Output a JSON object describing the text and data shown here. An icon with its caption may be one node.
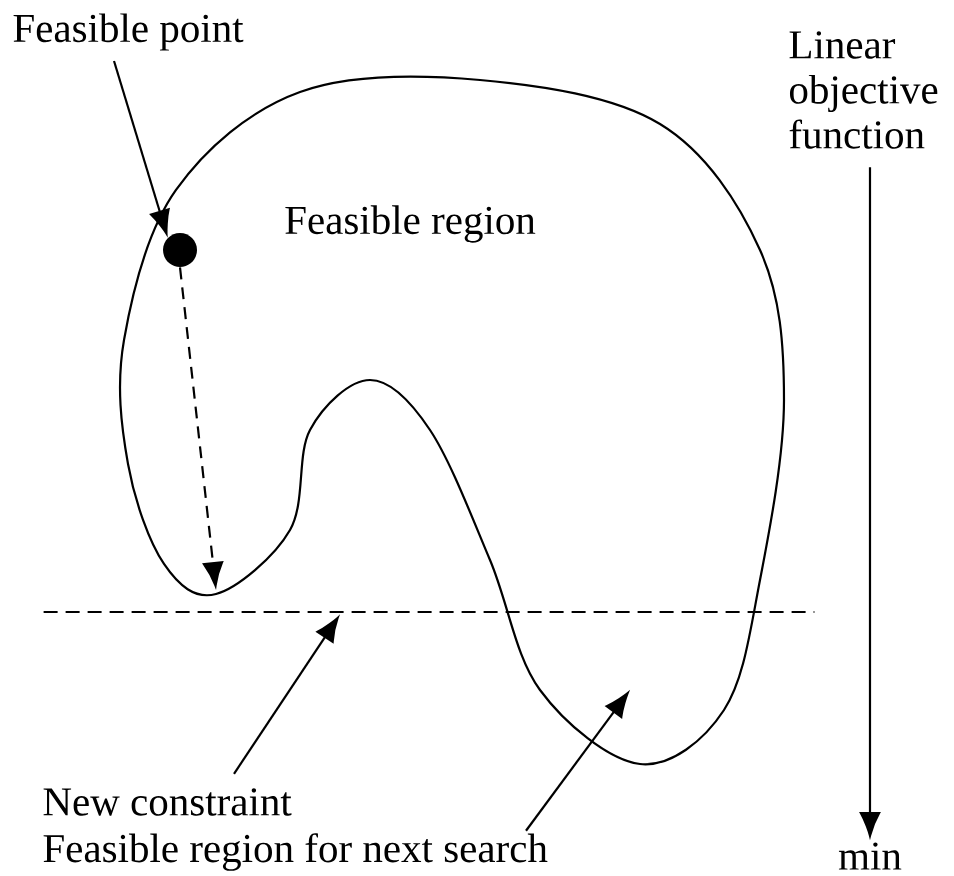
{
  "diagram": {
    "nodes": [
      {
        "text": [
          "Feasible point"
        ]
      },
      {
        "text": [],
        "shape": "circle",
        "in": 2
      },
      {
        "text": [
          "Feasible region"
        ]
      },
      {
        "text": [
          "Linear objective function"
        ]
      },
      {
        "text": [
          "min"
        ]
      },
      {
        "text": [
          "New constraint"
        ]
      },
      {
        "text": [],
        "shape": "line"
      },
      {
        "text": [
          "Feasible region for next search"
        ]
      }
    ],
    "edges": [
      {
        "from": 0,
        "to": 1,
        "arrow": "to"
      },
      {
        "from": 1,
        "to": null,
        "arrow": "to",
        "style": "dashed"
      },
      {
        "from": 3,
        "to": 4,
        "arrow": "to"
      },
      {
        "from": 5,
        "to": 6,
        "arrow": "to"
      },
      {
        "from": 7,
        "to": null,
        "arrow": "to"
      }
    ]
  }
}
